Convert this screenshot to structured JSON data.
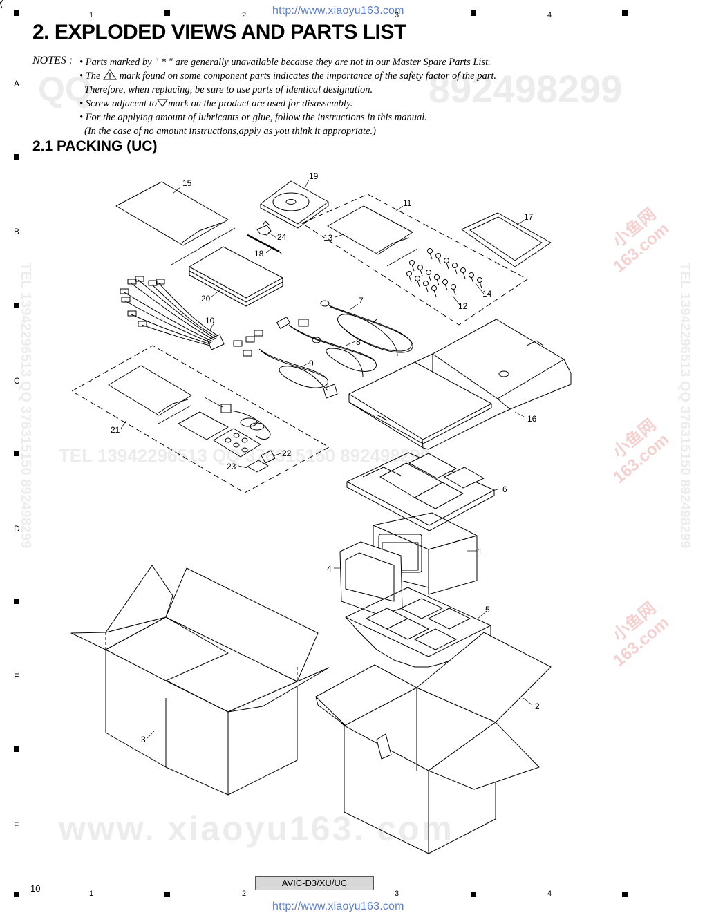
{
  "header_url": "http://www.xiaoyu163.com",
  "footer_url": "http://www.xiaoyu163.com",
  "column_numbers": [
    "1",
    "2",
    "3",
    "4"
  ],
  "row_letters": [
    "A",
    "B",
    "C",
    "D",
    "E",
    "F"
  ],
  "title": "2. EXPLODED VIEWS AND PARTS LIST",
  "notes": {
    "label": "NOTES :",
    "line1": "• Parts marked by  \" * \"  are generally unavailable because they are not in our Master Spare Parts List.",
    "line2_pre": "• The",
    "line2_post": "mark found on some component parts indicates the importance of the safety factor of the part.",
    "line3": "Therefore, when replacing, be sure to use parts of identical designation.",
    "line4_pre": "• Screw adjacent to",
    "line4_post": "mark on the product are used for disassembly.",
    "line5": "• For the applying amount of lubricants or glue, follow the instructions in this manual.",
    "line6": "(In the case of no amount instructions,apply as you think it appropriate.)"
  },
  "section_title": "2.1  PACKING (UC)",
  "watermarks": {
    "qq_top": "QQ",
    "num_top": "892498299",
    "tel_line": "TEL  13942296513    QQ  376315150   892498299",
    "vertical_left": "TEL 13942296513 QQ 376315150 892498299",
    "vertical_right": "TEL 13942296513 QQ 376315150 892498299",
    "site": "www. xiaoyu163. com",
    "stamp1": "小鱼网",
    "stamp2": "163.com"
  },
  "callouts": [
    "1",
    "2",
    "3",
    "4",
    "5",
    "6",
    "7",
    "8",
    "9",
    "10",
    "11",
    "12",
    "13",
    "14",
    "15",
    "16",
    "17",
    "18",
    "19",
    "20",
    "21",
    "22",
    "23",
    "24"
  ],
  "footer": {
    "page_number": "10",
    "model": "AVIC-D3/XU/UC"
  }
}
